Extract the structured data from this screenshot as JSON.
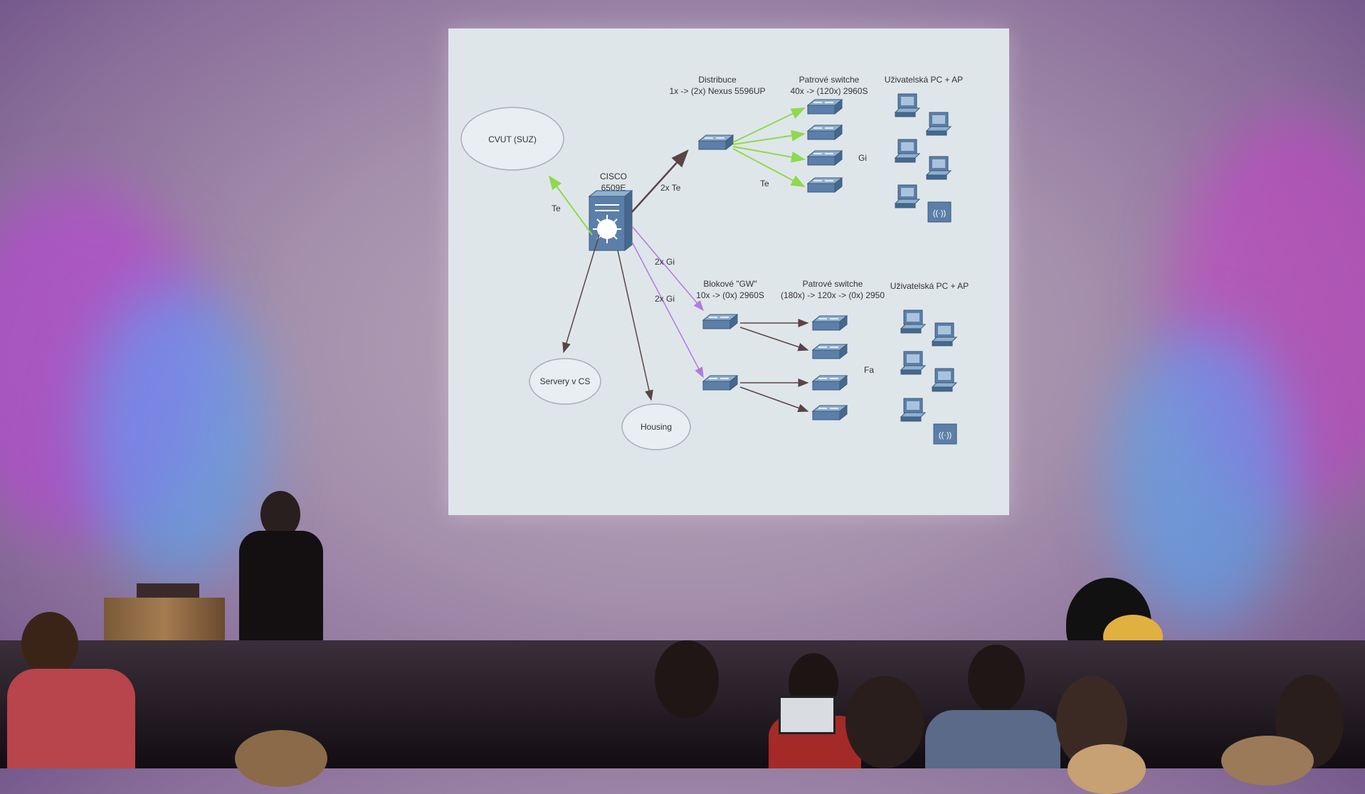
{
  "slide": {
    "labels": {
      "distribuce_title": "Distribuce",
      "distribuce_sub": "1x -> (2x) Nexus 5596UP",
      "patrove1_title": "Patrové switche",
      "patrove1_sub": "40x -> (120x) 2960S",
      "uziv1": "Uživatelská PC + AP",
      "cvut": "CVUT (SUZ)",
      "cisco_1": "CISCO",
      "cisco_2": "6509E",
      "te_left": "Te",
      "two_te": "2x Te",
      "te_mid": "Te",
      "gi_right": "Gi",
      "two_gi_1": "2x Gi",
      "two_gi_2": "2x Gi",
      "blokove_title": "Blokové \"GW\"",
      "blokove_sub": "10x -> (0x) 2960S",
      "patrove2_title": "Patrové switche",
      "patrove2_sub": "(180x) -> 120x -> (0x) 2950",
      "uziv2": "Uživatelská PC + AP",
      "fa": "Fa",
      "servery": "Servery v CS",
      "housing": "Housing"
    }
  },
  "colors": {
    "arrow_dark": "#5a4444",
    "arrow_green": "#8fd94e",
    "arrow_purple": "#b07ae0",
    "device_blue": "#5b7fa8"
  }
}
